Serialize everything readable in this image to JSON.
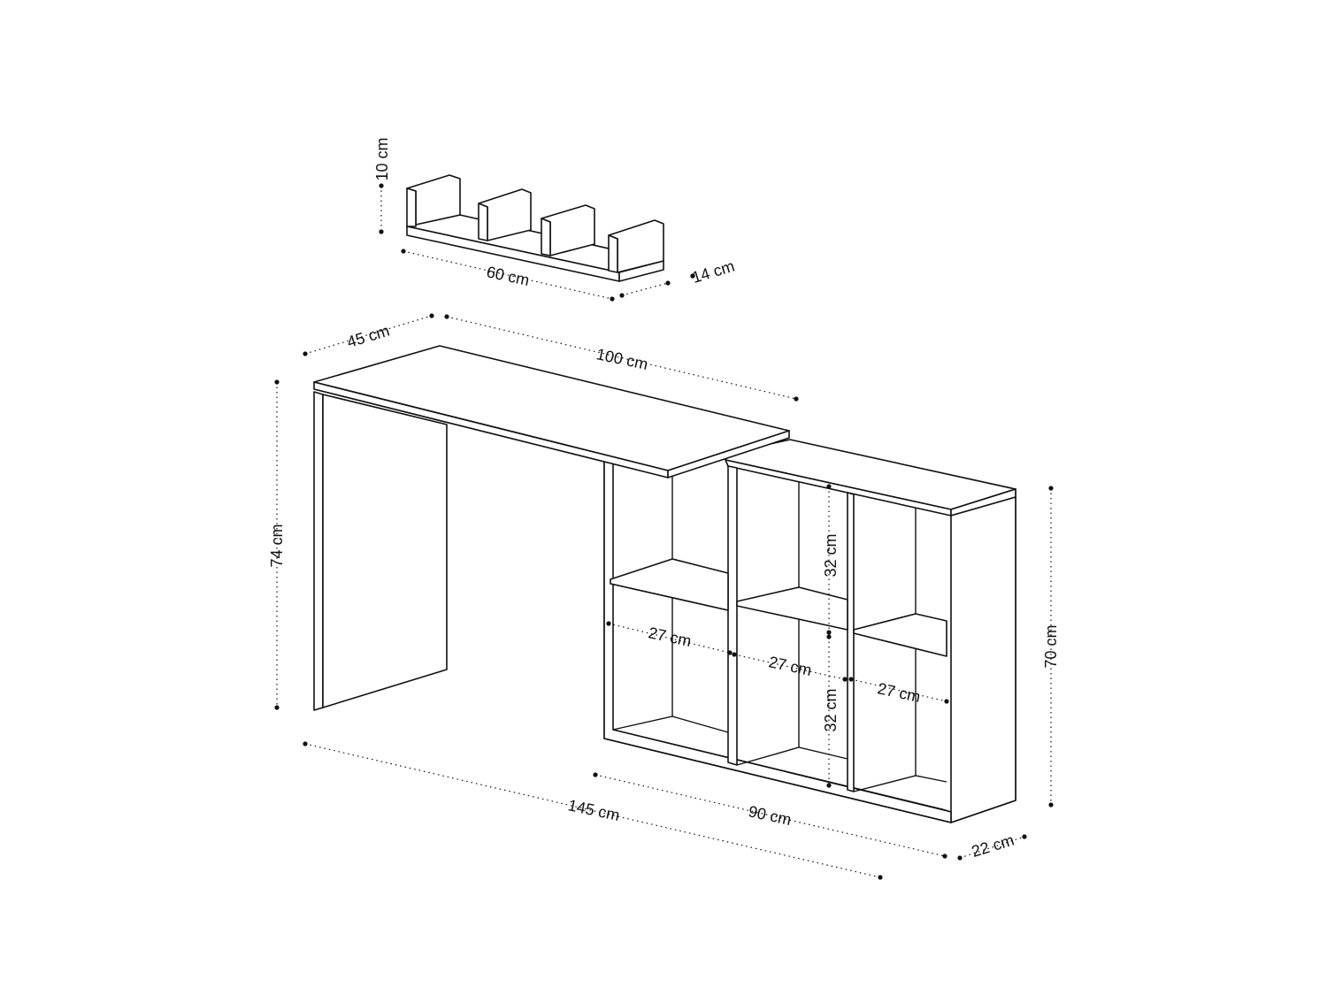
{
  "dimensions": {
    "shelf_height": "10 cm",
    "shelf_width": "60 cm",
    "shelf_depth": "14 cm",
    "desk_depth": "45 cm",
    "desk_top_length": "100 cm",
    "desk_height": "74 cm",
    "total_length": "145 cm",
    "bookcase_length": "90 cm",
    "bookcase_depth": "22 cm",
    "bookcase_height": "70 cm",
    "upper_compartment_height": "32 cm",
    "lower_compartment_height": "32 cm",
    "compartment_width_left": "27 cm",
    "compartment_width_middle": "27 cm",
    "compartment_width_right": "27 cm"
  }
}
